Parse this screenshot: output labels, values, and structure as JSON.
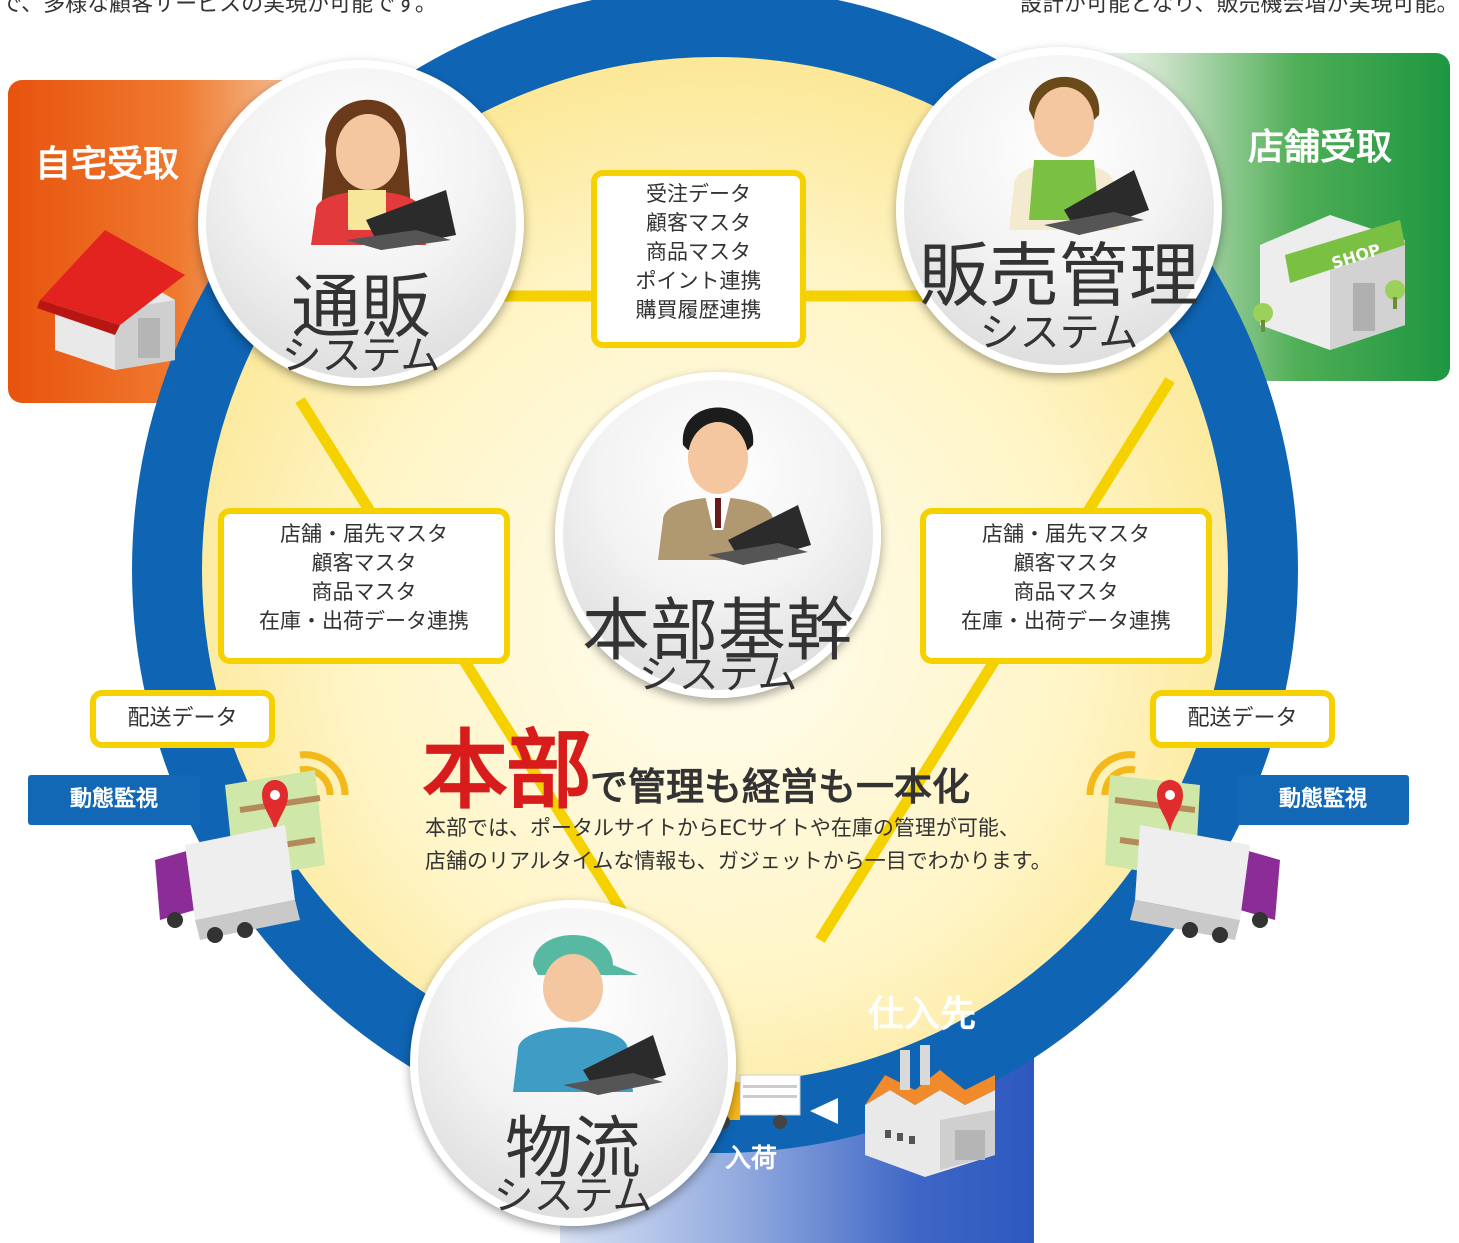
{
  "top_text": {
    "left": "で、多様な顧客サービスの実現が可能です。",
    "right": "設計が可能となり、販売機会増が実現可能。"
  },
  "panels": {
    "home_delivery": "自宅受取",
    "store_pickup": "店舗受取",
    "supplier": "仕入先",
    "shop_sign": "SHOP"
  },
  "systems": {
    "mail_order": {
      "name": "通販",
      "sub": "システム"
    },
    "sales": {
      "name": "販売管理",
      "sub": "システム"
    },
    "headquarters": {
      "name": "本部基幹",
      "sub": "システム"
    },
    "logistics": {
      "name": "物流",
      "sub": "システム"
    }
  },
  "links": {
    "top": [
      "受注データ",
      "顧客マスタ",
      "商品マスタ",
      "ポイント連携",
      "購買履歴連携"
    ],
    "left": [
      "店舗・届先マスタ",
      "顧客マスタ",
      "商品マスタ",
      "在庫・出荷データ連携"
    ],
    "right": [
      "店舗・届先マスタ",
      "顧客マスタ",
      "商品マスタ",
      "在庫・出荷データ連携"
    ]
  },
  "delivery": {
    "left_label": "配送データ",
    "right_label": "配送データ",
    "left_badge": "動態監視",
    "right_badge": "動態監視"
  },
  "inbound_label": "入荷",
  "headline": {
    "emphasis": "本部",
    "rest": "で管理も経営も一本化",
    "body_line1": "本部では、ポータルサイトからECサイトや在庫の管理が可能、",
    "body_line2": "店舗のリアルタイムな情報も、ガジェットから一目でわかります。"
  },
  "colors": {
    "ring": "#0f65b4",
    "connector": "#f6d100",
    "home_panel": "#e8530e",
    "shop_panel": "#1e9641",
    "supplier_panel": "#2d58bf",
    "headline_red": "#d81c1c"
  }
}
